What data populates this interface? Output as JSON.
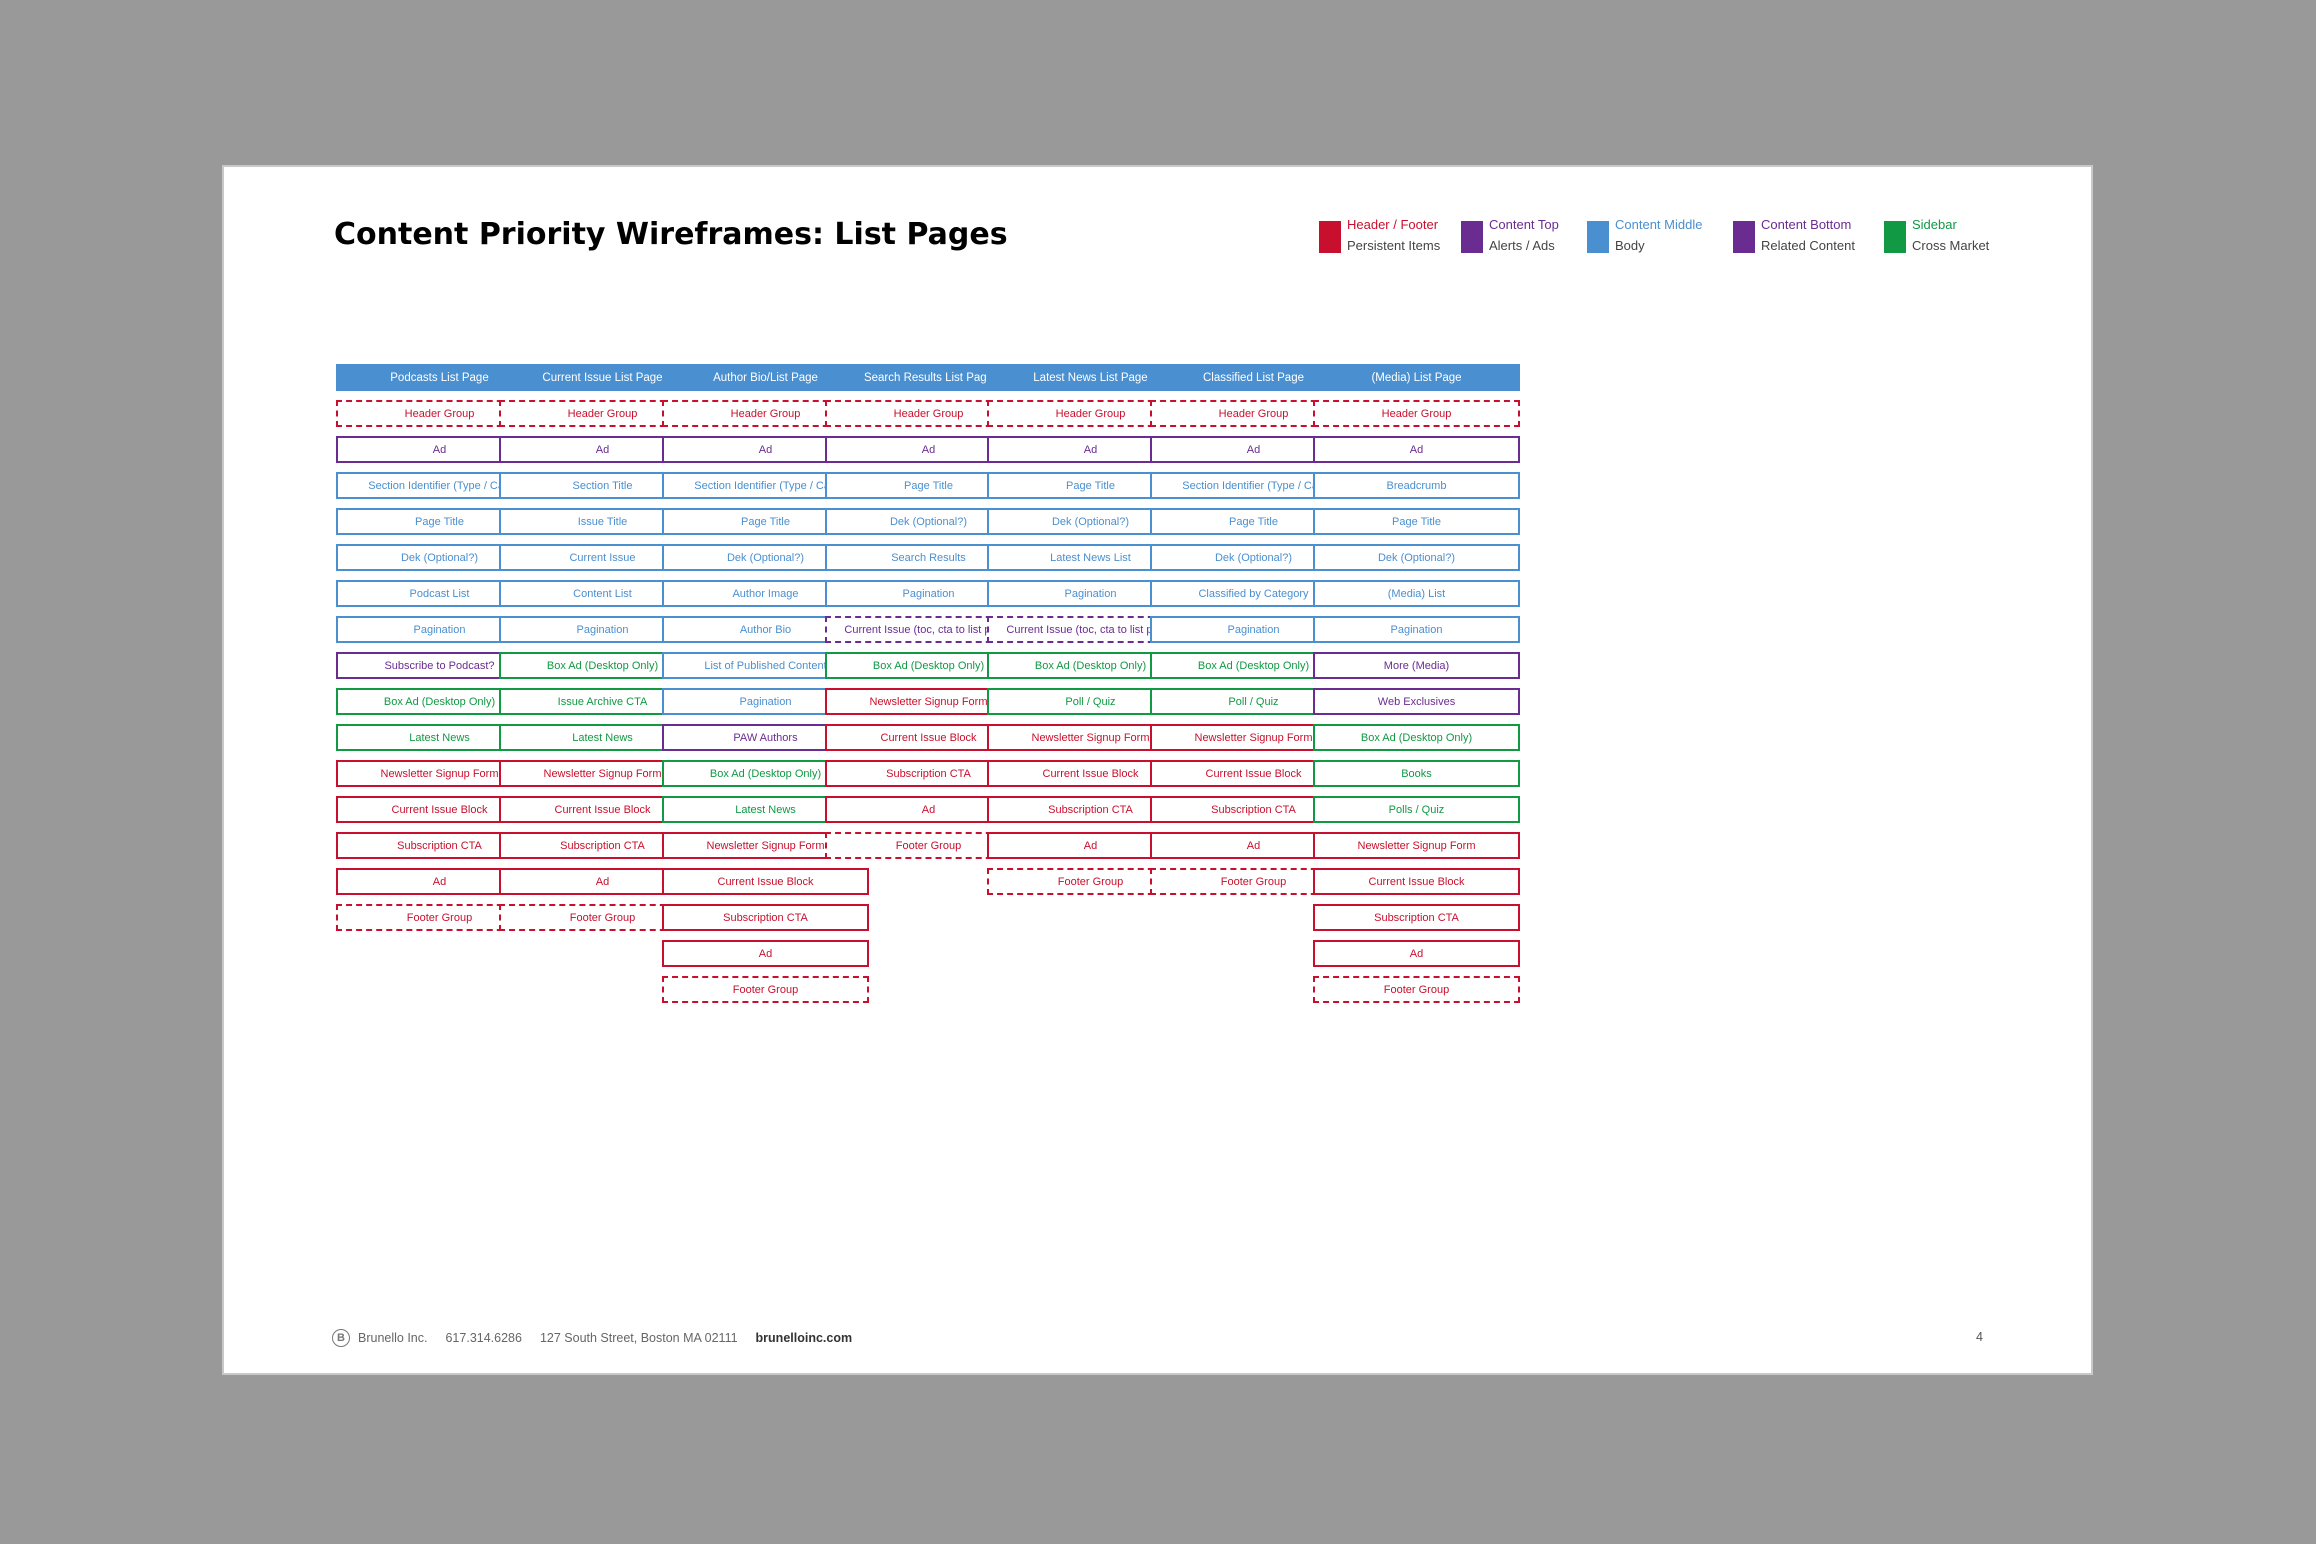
{
  "title": "Content Priority Wireframes: List Pages",
  "colors": {
    "header_footer": "#c8102e",
    "content_top": "#6a2c91",
    "content_middle": "#4a8fd0",
    "content_bottom": "#6a2c91",
    "sidebar": "#119944"
  },
  "legend": [
    {
      "category": "Header / Footer",
      "desc": "Persistent Items",
      "color": "#c8102e"
    },
    {
      "category": "Content Top",
      "desc": "Alerts / Ads",
      "color": "#6a2c91"
    },
    {
      "category": "Content Middle",
      "desc": "Body",
      "color": "#4a8fd0"
    },
    {
      "category": "Content Bottom",
      "desc": "Related Content",
      "color": "#6a2c91"
    },
    {
      "category": "Sidebar",
      "desc": "Cross Market",
      "color": "#119944"
    }
  ],
  "columns": [
    {
      "title": "Podcasts List Page",
      "items": [
        {
          "label": "Header Group",
          "type": "header_footer",
          "dashed": true
        },
        {
          "label": "Ad",
          "type": "content_top"
        },
        {
          "label": "Section Identifier (Type / Cat)",
          "type": "content_middle"
        },
        {
          "label": "Page Title",
          "type": "content_middle"
        },
        {
          "label": "Dek (Optional?)",
          "type": "content_middle"
        },
        {
          "label": "Podcast List",
          "type": "content_middle"
        },
        {
          "label": "Pagination",
          "type": "content_middle"
        },
        {
          "label": "Subscribe to Podcast?",
          "type": "content_bottom"
        },
        {
          "label": "Box Ad (Desktop Only)",
          "type": "sidebar"
        },
        {
          "label": "Latest News",
          "type": "sidebar"
        },
        {
          "label": "Newsletter Signup Form",
          "type": "header_footer"
        },
        {
          "label": "Current Issue Block",
          "type": "header_footer"
        },
        {
          "label": "Subscription CTA",
          "type": "header_footer"
        },
        {
          "label": "Ad",
          "type": "header_footer"
        },
        {
          "label": "Footer Group",
          "type": "header_footer",
          "dashed": true
        }
      ]
    },
    {
      "title": "Current Issue List Page",
      "items": [
        {
          "label": "Header Group",
          "type": "header_footer",
          "dashed": true
        },
        {
          "label": "Ad",
          "type": "content_top"
        },
        {
          "label": "Section Title",
          "type": "content_middle"
        },
        {
          "label": "Issue Title",
          "type": "content_middle"
        },
        {
          "label": "Current Issue",
          "type": "content_middle"
        },
        {
          "label": "Content  List",
          "type": "content_middle"
        },
        {
          "label": "Pagination",
          "type": "content_middle"
        },
        {
          "label": "Box Ad (Desktop Only)",
          "type": "sidebar"
        },
        {
          "label": "Issue Archive CTA",
          "type": "sidebar"
        },
        {
          "label": "Latest News",
          "type": "sidebar"
        },
        {
          "label": "Newsletter Signup Form",
          "type": "header_footer"
        },
        {
          "label": "Current Issue Block",
          "type": "header_footer"
        },
        {
          "label": "Subscription CTA",
          "type": "header_footer"
        },
        {
          "label": "Ad",
          "type": "header_footer"
        },
        {
          "label": "Footer Group",
          "type": "header_footer",
          "dashed": true
        }
      ]
    },
    {
      "title": "Author Bio/List Page",
      "items": [
        {
          "label": "Header Group",
          "type": "header_footer",
          "dashed": true
        },
        {
          "label": "Ad",
          "type": "content_top"
        },
        {
          "label": "Section Identifier (Type / Cat)",
          "type": "content_middle"
        },
        {
          "label": "Page Title",
          "type": "content_middle"
        },
        {
          "label": "Dek (Optional?)",
          "type": "content_middle"
        },
        {
          "label": "Author Image",
          "type": "content_middle"
        },
        {
          "label": "Author Bio",
          "type": "content_middle"
        },
        {
          "label": "List of Published Content",
          "type": "content_middle"
        },
        {
          "label": "Pagination",
          "type": "content_middle"
        },
        {
          "label": "PAW Authors",
          "type": "content_bottom"
        },
        {
          "label": "Box Ad (Desktop Only)",
          "type": "sidebar"
        },
        {
          "label": "Latest News",
          "type": "sidebar"
        },
        {
          "label": "Newsletter Signup Form",
          "type": "header_footer"
        },
        {
          "label": "Current Issue Block",
          "type": "header_footer"
        },
        {
          "label": "Subscription CTA",
          "type": "header_footer"
        },
        {
          "label": "Ad",
          "type": "header_footer"
        },
        {
          "label": "Footer Group",
          "type": "header_footer",
          "dashed": true
        }
      ]
    },
    {
      "title": "Search Results List Page",
      "items": [
        {
          "label": "Header Group",
          "type": "header_footer",
          "dashed": true
        },
        {
          "label": "Ad",
          "type": "content_top"
        },
        {
          "label": "Page Title",
          "type": "content_middle"
        },
        {
          "label": "Dek (Optional?)",
          "type": "content_middle"
        },
        {
          "label": "Search Results",
          "type": "content_middle"
        },
        {
          "label": "Pagination",
          "type": "content_middle"
        },
        {
          "label": "Current Issue (toc, cta to list page)",
          "type": "content_bottom",
          "dashed": true
        },
        {
          "label": "Box Ad (Desktop Only)",
          "type": "sidebar"
        },
        {
          "label": "Newsletter Signup Form",
          "type": "header_footer"
        },
        {
          "label": "Current Issue Block",
          "type": "header_footer"
        },
        {
          "label": "Subscription CTA",
          "type": "header_footer"
        },
        {
          "label": "Ad",
          "type": "header_footer"
        },
        {
          "label": "Footer Group",
          "type": "header_footer",
          "dashed": true
        }
      ]
    },
    {
      "title": "Latest News List Page",
      "items": [
        {
          "label": "Header Group",
          "type": "header_footer",
          "dashed": true
        },
        {
          "label": "Ad",
          "type": "content_top"
        },
        {
          "label": "Page Title",
          "type": "content_middle"
        },
        {
          "label": "Dek (Optional?)",
          "type": "content_middle"
        },
        {
          "label": "Latest News List",
          "type": "content_middle"
        },
        {
          "label": "Pagination",
          "type": "content_middle"
        },
        {
          "label": "Current Issue (toc, cta to list page)",
          "type": "content_bottom",
          "dashed": true
        },
        {
          "label": "Box Ad (Desktop Only)",
          "type": "sidebar"
        },
        {
          "label": "Poll / Quiz",
          "type": "sidebar"
        },
        {
          "label": "Newsletter Signup Form",
          "type": "header_footer"
        },
        {
          "label": "Current Issue Block",
          "type": "header_footer"
        },
        {
          "label": "Subscription CTA",
          "type": "header_footer"
        },
        {
          "label": "Ad",
          "type": "header_footer"
        },
        {
          "label": "Footer Group",
          "type": "header_footer",
          "dashed": true
        }
      ]
    },
    {
      "title": "Classified List Page",
      "items": [
        {
          "label": "Header Group",
          "type": "header_footer",
          "dashed": true
        },
        {
          "label": "Ad",
          "type": "content_top"
        },
        {
          "label": "Section Identifier (Type / Cat)",
          "type": "content_middle"
        },
        {
          "label": "Page Title",
          "type": "content_middle"
        },
        {
          "label": "Dek (Optional?)",
          "type": "content_middle"
        },
        {
          "label": "Classified by Category",
          "type": "content_middle"
        },
        {
          "label": "Pagination",
          "type": "content_middle"
        },
        {
          "label": "Box Ad (Desktop Only)",
          "type": "sidebar"
        },
        {
          "label": "Poll / Quiz",
          "type": "sidebar"
        },
        {
          "label": "Newsletter Signup Form",
          "type": "header_footer"
        },
        {
          "label": "Current Issue Block",
          "type": "header_footer"
        },
        {
          "label": "Subscription CTA",
          "type": "header_footer"
        },
        {
          "label": "Ad",
          "type": "header_footer"
        },
        {
          "label": "Footer Group",
          "type": "header_footer",
          "dashed": true
        }
      ]
    },
    {
      "title": "(Media) List Page",
      "items": [
        {
          "label": "Header Group",
          "type": "header_footer",
          "dashed": true
        },
        {
          "label": "Ad",
          "type": "content_top"
        },
        {
          "label": "Breadcrumb",
          "type": "content_middle"
        },
        {
          "label": "Page Title",
          "type": "content_middle"
        },
        {
          "label": "Dek (Optional?)",
          "type": "content_middle"
        },
        {
          "label": "(Media) List",
          "type": "content_middle"
        },
        {
          "label": "Pagination",
          "type": "content_middle"
        },
        {
          "label": "More (Media)",
          "type": "content_bottom"
        },
        {
          "label": "Web Exclusives",
          "type": "content_bottom"
        },
        {
          "label": "Box Ad (Desktop Only)",
          "type": "sidebar"
        },
        {
          "label": "Books",
          "type": "sidebar"
        },
        {
          "label": "Polls / Quiz",
          "type": "sidebar"
        },
        {
          "label": "Newsletter Signup Form",
          "type": "header_footer"
        },
        {
          "label": "Current Issue Block",
          "type": "header_footer"
        },
        {
          "label": "Subscription CTA",
          "type": "header_footer"
        },
        {
          "label": "Ad",
          "type": "header_footer"
        },
        {
          "label": "Footer Group",
          "type": "header_footer",
          "dashed": true
        }
      ]
    }
  ],
  "footer": {
    "logo_letter": "B",
    "company": "Brunello Inc.",
    "phone": "617.314.6286",
    "address": "127 South Street, Boston MA 02111",
    "website": "brunelloinc.com",
    "page_number": "4"
  }
}
